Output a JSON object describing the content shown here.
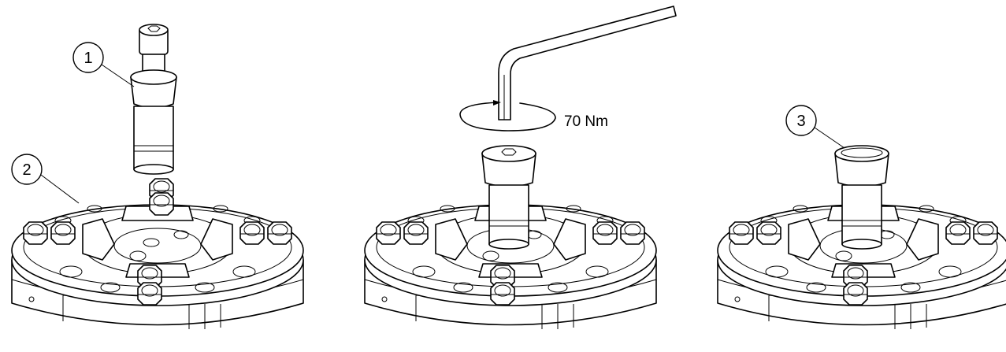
{
  "callouts": {
    "c1": "1",
    "c2": "2",
    "c3": "3"
  },
  "torque": {
    "label": "70 Nm"
  },
  "icons": [
    "hex-socket-bolt-icon",
    "allen-key-icon",
    "rotation-arrow-icon",
    "clamping-chuck-icon"
  ]
}
